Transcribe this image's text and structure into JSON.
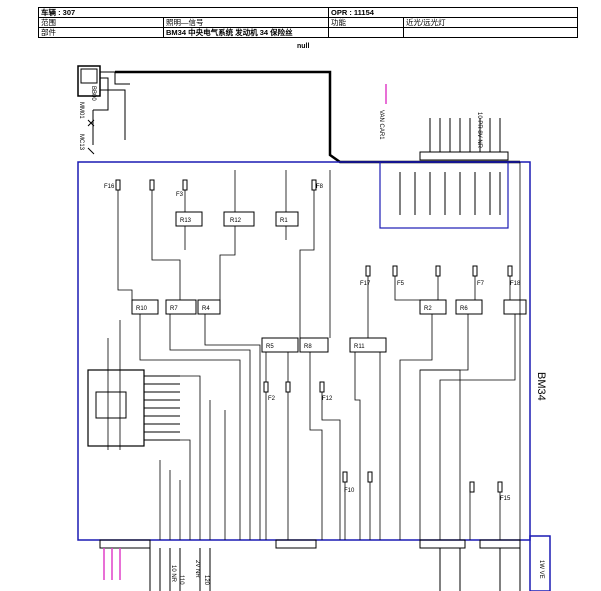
{
  "header": {
    "vehicle": "车辆 : 307",
    "opr": "OPR : 11154",
    "scope_label": "范围",
    "scope_value": "照明—信号",
    "function_label": "功能",
    "function_value": "近光/远光灯",
    "part_label": "部件",
    "part_value": "BM34 中央电气系统 发动机 34 保险丝",
    "null_note": "null"
  },
  "diagram": {
    "connector_top": "BB00",
    "ground_1": "MM01",
    "ground_2": "MC13",
    "bus_label": "VAN CAR1",
    "wire_label": "10 PR 8V NR",
    "module_label": "BM34",
    "relays": [
      "R13",
      "R12",
      "R1",
      "R10",
      "R7",
      "R4",
      "R5",
      "R8",
      "R11",
      "R2",
      "R6"
    ],
    "fuses": [
      "F16",
      "F8",
      "F3",
      "F17",
      "F5",
      "F7",
      "F18",
      "F2",
      "F12",
      "F10",
      "F15"
    ],
    "bottom_labels": [
      "10 NR",
      "2V NR",
      "120",
      "110"
    ],
    "right_label": "1W VE"
  },
  "colors": {
    "frame": "#1a1ab4",
    "bus": "#e040c8",
    "line": "#000000"
  }
}
